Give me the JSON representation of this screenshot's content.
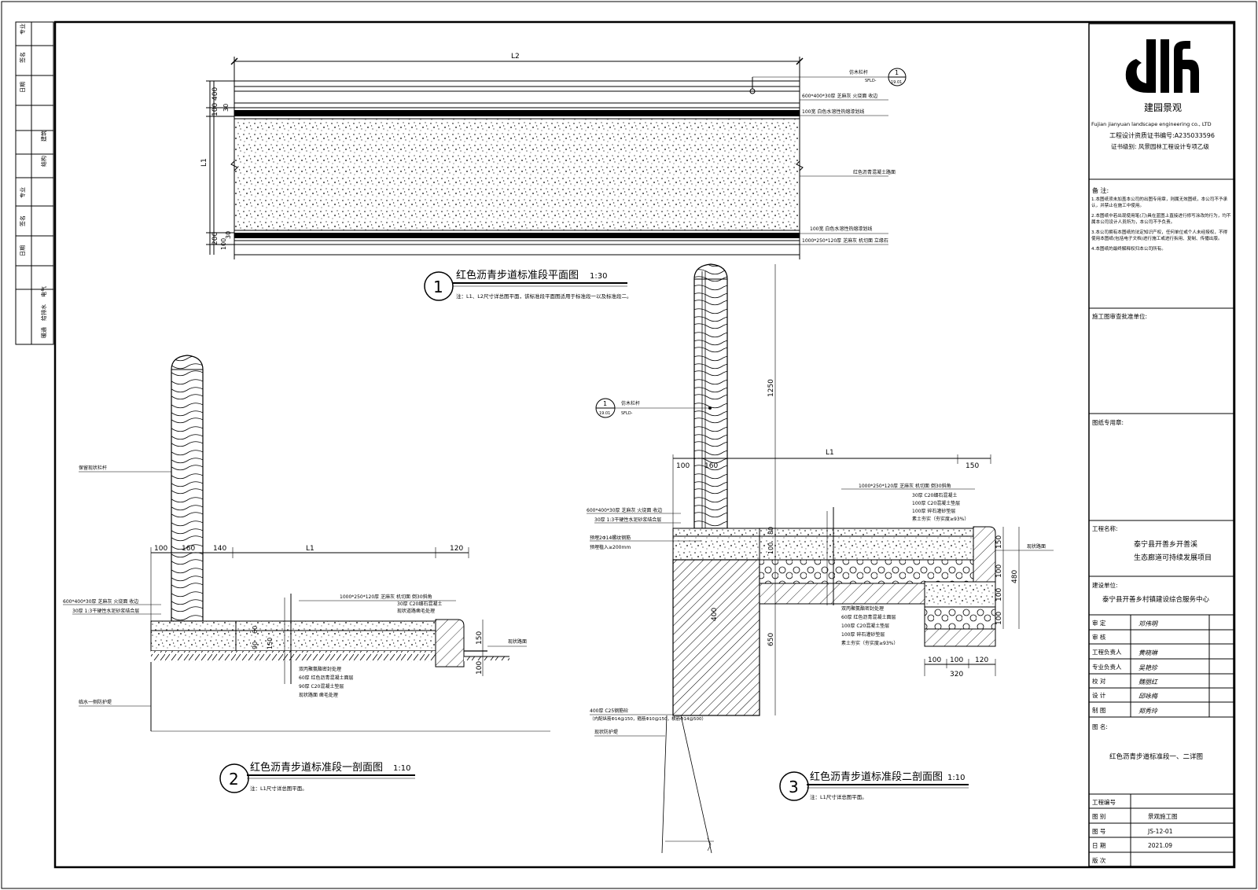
{
  "titleblock": {
    "company_name": "建园景观",
    "company_en": "Fujian jianyuan landscape engineering co., LTD",
    "cert_no": "工程设计资质证书编号:A235033596",
    "cert_level": "证书级别: 风景园林工程设计专项乙级",
    "notes_title": "备 注:",
    "notes": [
      "1.本图纸须未加盖本公司的出图专用章，则属无效图纸，本公司不予承认，并禁止在施工中使用。",
      "2.本图纸中若出现使用笔(刀)具在蓝图上直接进行修写涂改的行为，均不属本公司设计人员所为，本公司不予负责。",
      "3.本公司拥有本图纸的法定知识产权，任何单位或个人未经授权，不得使用本图纸(包括电子文档)进行施工或进行拆用、复制、传播出版。",
      "4.本图纸的最终解释权归本公司所有。"
    ],
    "review_unit_label": "施工图审查批准单位:",
    "stamp_label": "图纸专用章:",
    "project_label": "工程名称:",
    "project_name_1": "泰宁县开善乡开善溪",
    "project_name_2": "生态廊道可持续发展项目",
    "client_label": "建设单位:",
    "client_name": "泰宁县开善乡村镇建设综合服务中心",
    "signoffs": [
      {
        "role": "审    定",
        "name": "邓伟明"
      },
      {
        "role": "审    核",
        "name": ""
      },
      {
        "role": "工程负责人",
        "name": "黄晓琳"
      },
      {
        "role": "专业负责人",
        "name": "吴艳珍"
      },
      {
        "role": "校    对",
        "name": "魏丽红"
      },
      {
        "role": "设    计",
        "name": "邱咏梅"
      },
      {
        "role": "制    图",
        "name": "郑秀玲"
      }
    ],
    "drawing_name_label": "图    名:",
    "drawing_name": "红色沥青步道标准段一、二详图",
    "bottom": [
      {
        "label": "工程编号",
        "value": ""
      },
      {
        "label": "图    别",
        "value": "景观施工图"
      },
      {
        "label": "图    号",
        "value": "JS-12-01"
      },
      {
        "label": "日    期",
        "value": "2021.09"
      },
      {
        "label": "版    次",
        "value": ""
      }
    ]
  },
  "left_strip": {
    "cells": [
      "专业",
      "签名",
      "日期",
      "专业",
      "签名",
      "日期",
      "建筑",
      "结构",
      "给排水",
      "电气",
      "暖通"
    ]
  },
  "drawing1": {
    "num": "1",
    "title": "红色沥青步道标准段平面图",
    "scale": "1:30",
    "note": "注：L1、L2尺寸详总图平面，该标准段平面图适用于标准段一以及标准段二。",
    "dim_L2": "L2",
    "dim_L1": "L1",
    "dims_left": [
      "400",
      "100",
      "30",
      "200",
      "100",
      "30"
    ],
    "labels": [
      "仿木栏杆",
      "600*400*30厚  芝麻灰  火烧面  收边",
      "100宽  白色水溶性热熔漆划线",
      "红色沥青混凝土路面",
      "100宽  白色水溶性热熔漆划线",
      "1000*250*120厚  芝麻灰  机切面  立缘石"
    ],
    "callout_num": "1",
    "callout_sheet": "19.01",
    "callout_ref": "SFLD-"
  },
  "drawing2": {
    "num": "2",
    "title": "红色沥青步道标准段一剖面图",
    "scale": "1:10",
    "note": "注：L1尺寸详总图平面。",
    "dims_top": [
      "100",
      "160",
      "140",
      "L1",
      "120"
    ],
    "dims_right": [
      "150",
      "100"
    ],
    "dims_mid": [
      "90",
      "60",
      "150"
    ],
    "left_labels": [
      "保留现状栏杆",
      "600*400*30厚  芝麻灰  火烧面  收边",
      "30厚  1:3干硬性水泥砂浆结合层",
      "临水一侧防护堤"
    ],
    "right_top_labels": [
      "1000*250*120厚  芝麻灰  机切面  倒30斜角",
      "30厚  C20细石混凝土",
      "现状道路凿毛处理"
    ],
    "right_bottom_labels": [
      "双丙聚氨酯密封处理",
      "60厚  红色沥青混凝土面层",
      "90厚  C20混凝土垫层",
      "现状路面  凿毛处理"
    ],
    "road_label": "现状路面"
  },
  "drawing3": {
    "num": "3",
    "title": "红色沥青步道标准段二剖面图",
    "scale": "1:10",
    "note": "注：L1尺寸详总图平面。",
    "dims_top": [
      "100",
      "160",
      "L1",
      "150"
    ],
    "dim_1250": "1250",
    "dim_650": "650",
    "dim_400": "400",
    "dims_right": [
      "150",
      "100",
      "100",
      "100",
      "480"
    ],
    "dims_mid": [
      "100",
      "80"
    ],
    "dims_bottom": [
      "100",
      "100",
      "120",
      "320"
    ],
    "callout_num": "1",
    "callout_sheet": "19.01",
    "callout_ref": "SFLD-",
    "callout_label": "仿木栏杆",
    "left_labels": [
      "600*400*30厚  芝麻灰  火烧面  收边",
      "30厚  1:3干硬性水泥砂浆结合层",
      "预埋2Φ14螺纹钢筋",
      "预埋植入≥200mm"
    ],
    "bottom_labels": [
      "400厚  C25钢筋砼",
      "（内配纵筋Φ14@150，箍筋Φ10@150，横筋Φ14@500）",
      "现状防护堤"
    ],
    "right_top_labels": [
      "1000*250*120厚  芝麻灰  机切面  倒30斜角",
      "30厚  C20细石混凝土",
      "100厚  C20混凝土垫层",
      "100厚  碎石灌砂垫层",
      "素土夯实（夯实度≥93%）"
    ],
    "right_bottom_labels": [
      "双丙聚氨酯密封处理",
      "60厚  红色沥青混凝土面层",
      "100厚  C20混凝土垫层",
      "100厚  碎石灌砂垫层",
      "素土夯实（夯实度≥93%）"
    ],
    "road_label": "现状路面"
  }
}
